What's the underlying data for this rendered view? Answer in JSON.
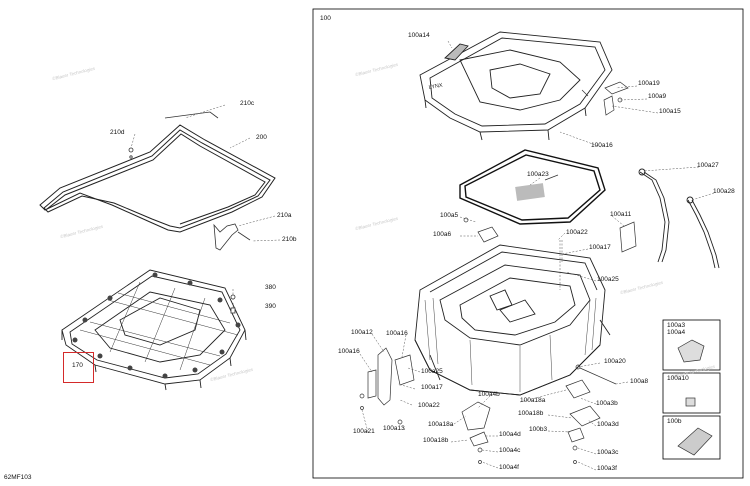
{
  "diagram": {
    "footer_code": "62MF103",
    "right_frame_label": "100",
    "watermark_text": "©Blauer Technologies",
    "highlight_color": "#d42a2a",
    "parts_left": {
      "p210c": "210c",
      "p210d": "210d",
      "p200": "200",
      "p210a": "210a",
      "p210b": "210b",
      "p380": "380",
      "p390": "390",
      "p170": "170"
    },
    "parts_right": {
      "p100a14": "100a14",
      "p100a19": "100a19",
      "p100a9": "100a9",
      "p100a15": "100a15",
      "p100a16_top": "100a16",
      "p100a23": "100a23",
      "p100a27": "100a27",
      "p100a28": "100a28",
      "p100a5": "100a5",
      "p100a11": "100a11",
      "p100a6": "100a6",
      "p100a22_top": "100a22",
      "p100a17_top": "100a17",
      "p100a25_right": "100a25",
      "p100a12": "100a12",
      "p100a16_mid": "100a16",
      "p100a16_left": "100a16",
      "p100a25_mid": "100a25",
      "p100a17_mid": "100a17",
      "p100a22_mid": "100a22",
      "p100a4b": "100a4b",
      "p100a20": "100a20",
      "p100a8": "100a8",
      "p100a18a_r": "100a18a",
      "p100a3b": "100a3b",
      "p100a18b_r": "100a18b",
      "p100a21": "100a21",
      "p100a13": "100a13",
      "p100a18a_l": "100a18a",
      "p100a4d": "100a4d",
      "p100b3": "100b3",
      "p100a3d": "100a3d",
      "p100a18b_l": "100a18b",
      "p100a4c": "100a4c",
      "p100a3c": "100a3c",
      "p100a4f": "100a4f",
      "p100a3f": "100a3f"
    },
    "insets": {
      "inset1_line1": "100a3",
      "inset1_line2": "100a4",
      "inset2": "100a10",
      "inset3": "100b"
    }
  }
}
